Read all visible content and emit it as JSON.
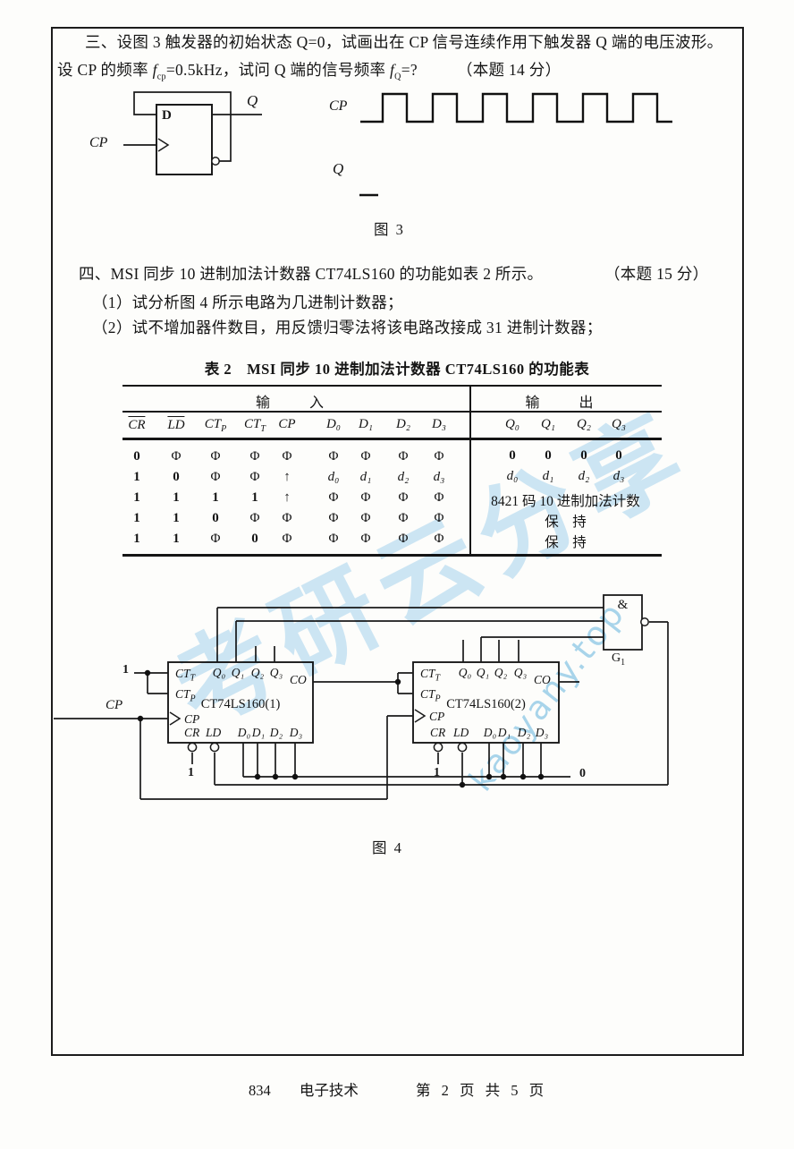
{
  "q3": {
    "line1": "三、设图 3 触发器的初始状态 Q=0，试画出在 CP 信号连续作用下触发器 Q 端的电压波形。",
    "line2a": "设 CP 的频率 ",
    "line2b": "f",
    "line2b_sub": "cp",
    "line2c": "=0.5kHz，试问 Q 端的信号频率 ",
    "line2d": "f",
    "line2d_sub": "Q",
    "line2e": "=?",
    "line2f": "（本题 14 分）"
  },
  "fig3": {
    "d_label": "D",
    "q_out_label": "Q",
    "cp_in_label": "CP",
    "wave_cp_label": "CP",
    "wave_q_label": "Q",
    "caption": "图 3"
  },
  "q4": {
    "intro": "四、MSI 同步 10 进制加法计数器 CT74LS160 的功能如表 2 所示。",
    "score": "（本题 15 分）",
    "item1": "（1）试分析图 4 所示电路为几进制计数器；",
    "item2": "（2）试不增加器件数目，用反馈归零法将该电路改接成 31 进制计数器；"
  },
  "tbl": {
    "title": "表 2　MSI 同步 10 进制加法计数器 CT74LS160 的功能表",
    "group_in": "输　入",
    "group_out": "输　出",
    "hdr": {
      "cr": "CR",
      "ld": "LD",
      "ct": "CT",
      "ctp_sub": "P",
      "ctt_sub": "T",
      "cp": "CP",
      "d0": "D₀",
      "d1": "D₁",
      "d2": "D₂",
      "d3": "D₃",
      "q0": "Q₀",
      "q1": "Q₁",
      "q2": "Q₂",
      "q3": "Q₃"
    },
    "rows": [
      {
        "in": [
          "0",
          "Φ",
          "Φ",
          "Φ",
          "Φ",
          "Φ",
          "Φ",
          "Φ",
          "Φ"
        ],
        "out": [
          "0",
          "0",
          "0",
          "0"
        ],
        "out_text": ""
      },
      {
        "in": [
          "1",
          "0",
          "Φ",
          "Φ",
          "↑",
          "d₀",
          "d₁",
          "d₂",
          "d₃"
        ],
        "out": [
          "d₀",
          "d₁",
          "d₂",
          "d₃"
        ],
        "out_text": ""
      },
      {
        "in": [
          "1",
          "1",
          "1",
          "1",
          "↑",
          "Φ",
          "Φ",
          "Φ",
          "Φ"
        ],
        "out": null,
        "out_text": "8421 码 10 进制加法计数"
      },
      {
        "in": [
          "1",
          "1",
          "0",
          "Φ",
          "Φ",
          "Φ",
          "Φ",
          "Φ",
          "Φ"
        ],
        "out": null,
        "out_text": "保　持"
      },
      {
        "in": [
          "1",
          "1",
          "Φ",
          "0",
          "Φ",
          "Φ",
          "Φ",
          "Φ",
          "Φ"
        ],
        "out": null,
        "out_text": "保　持"
      }
    ]
  },
  "fig4": {
    "caption": "图 4",
    "cp_label": "CP",
    "one_top": "1",
    "one_cr1": "1",
    "one_cr2": "1",
    "zero_label": "0",
    "gate": {
      "symbol": "&",
      "name_base": "G",
      "name_sub": "1"
    },
    "chip1": {
      "title": "CT74LS160(1)",
      "ct": "CT",
      "ctt_sub": "T",
      "ctp_sub": "P",
      "cp": "CP",
      "co": "CO",
      "cr": "CR",
      "ld": "LD",
      "q": [
        "Q₀",
        "Q₁",
        "Q₂",
        "Q₃"
      ],
      "d": [
        "D₀",
        "D₁",
        "D₂",
        "D₃"
      ]
    },
    "chip2": {
      "title": "CT74LS160(2)",
      "ct": "CT",
      "ctt_sub": "T",
      "ctp_sub": "P",
      "cp": "CP",
      "co": "CO",
      "cr": "CR",
      "ld": "LD",
      "q": [
        "Q₀",
        "Q₁",
        "Q₂",
        "Q₃"
      ],
      "d": [
        "D₀",
        "D₁",
        "D₂",
        "D₃"
      ]
    }
  },
  "footer": {
    "code": "834",
    "subject": "电子技术",
    "page": "第 2 页 共 5 页"
  },
  "watermark": {
    "cn": "考研云分享",
    "site": "kaoyany.top"
  }
}
